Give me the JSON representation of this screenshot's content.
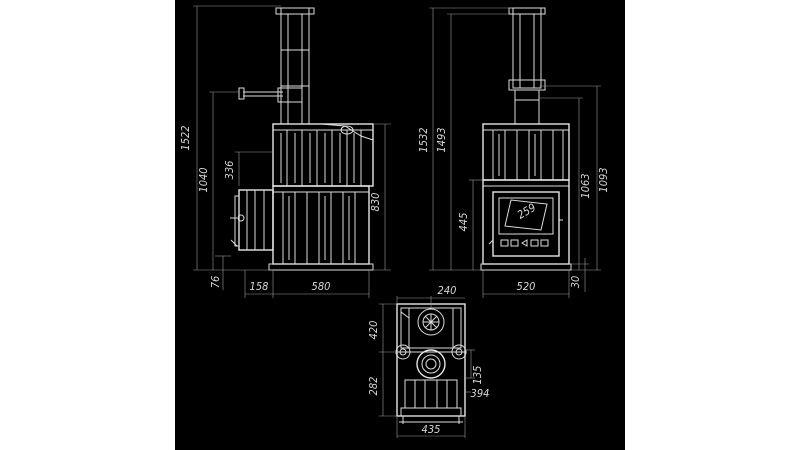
{
  "colors": {
    "background": "#000000",
    "line": "#dcdcdc",
    "dimension_line": "#9a9a9a",
    "page": "#ffffff"
  },
  "side_view": {
    "dims": {
      "total_height": "1522",
      "outlet_height": "1040",
      "tank_height": "336",
      "body_height": "830",
      "base_offset": "76",
      "door_depth": "158",
      "body_depth": "580"
    }
  },
  "front_view": {
    "dims": {
      "total_height": "1532",
      "chimney_height": "1493",
      "door_height": "445",
      "height_a": "1063",
      "height_b": "1093",
      "body_width": "520",
      "leg_height": "30"
    },
    "door_label": "259"
  },
  "top_view": {
    "dims": {
      "flue_offset": "240",
      "front_section": "420",
      "rear_section": "282",
      "width": "435",
      "flue_width": "394",
      "flue_dia": "135"
    }
  }
}
